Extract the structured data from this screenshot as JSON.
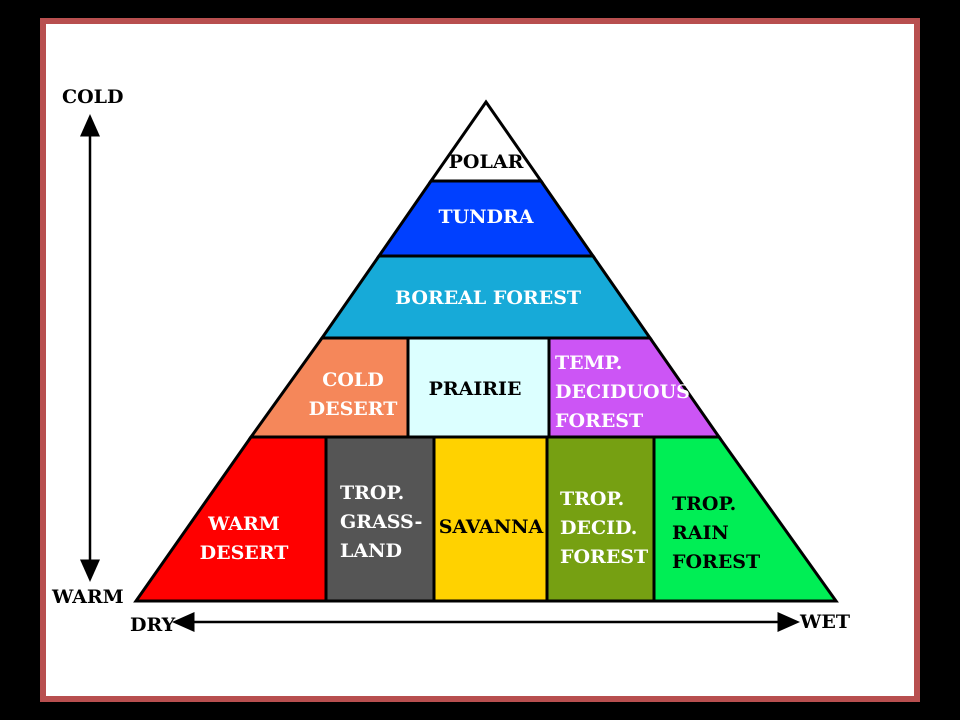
{
  "axes": {
    "cold": "COLD",
    "warm": "WARM",
    "dry": "DRY",
    "wet": "WET"
  },
  "biomes": {
    "polar": {
      "lines": [
        "POLAR"
      ],
      "color": "#ffffff",
      "text_color": "#000000"
    },
    "tundra": {
      "lines": [
        "TUNDRA"
      ],
      "color": "#0040ff",
      "text_color": "#ffffff"
    },
    "boreal": {
      "lines": [
        "BOREAL FOREST"
      ],
      "color": "#17aad8",
      "text_color": "#ffffff"
    },
    "cold_desert": {
      "lines": [
        "COLD",
        "DESERT"
      ],
      "color": "#f5875a",
      "text_color": "#ffffff"
    },
    "prairie": {
      "lines": [
        "PRAIRIE"
      ],
      "color": "#dcffff",
      "text_color": "#000000"
    },
    "temp_deciduous": {
      "lines": [
        "TEMP.",
        "DECIDUOUS",
        "FOREST"
      ],
      "color": "#cc55f5",
      "text_color": "#ffffff"
    },
    "warm_desert": {
      "lines": [
        "WARM",
        "DESERT"
      ],
      "color": "#ff0000",
      "text_color": "#ffffff"
    },
    "trop_grassland": {
      "lines": [
        "TROP.",
        "GRASS-",
        "LAND"
      ],
      "color": "#555555",
      "text_color": "#ffffff"
    },
    "savanna": {
      "lines": [
        "SAVANNA"
      ],
      "color": "#ffd200",
      "text_color": "#000000"
    },
    "trop_decid": {
      "lines": [
        "TROP.",
        "DECID.",
        "FOREST"
      ],
      "color": "#76a012",
      "text_color": "#ffffff"
    },
    "trop_rain": {
      "lines": [
        "TROP.",
        "RAIN",
        "FOREST"
      ],
      "color": "#00ee55",
      "text_color": "#000000"
    }
  },
  "colors": {
    "frame": "#b84f4f",
    "outline": "#000000"
  }
}
